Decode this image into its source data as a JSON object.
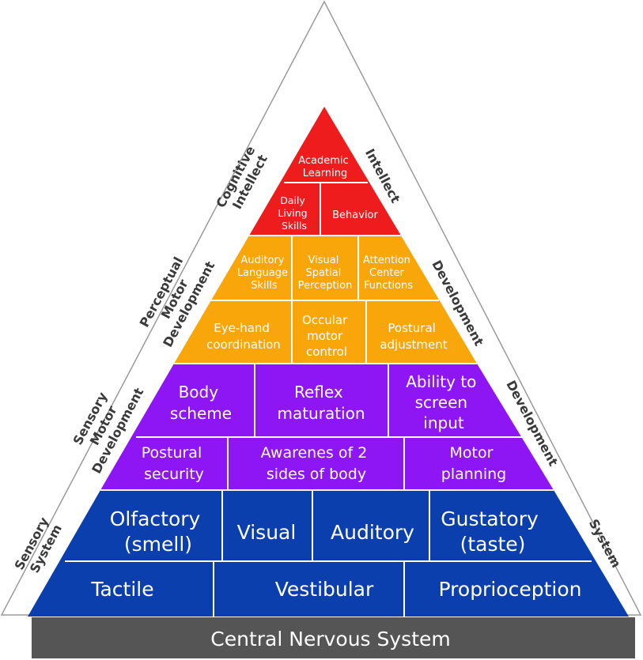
{
  "colors": {
    "red": "#ee1c1c",
    "orange": "#f9a60a",
    "purple": "#8f16f4",
    "blue": "#0b3fae",
    "base": "#555555",
    "outline": "#9a9a9a",
    "divider": "#ffffff",
    "side_text": "#3a3a3a"
  },
  "tiers": {
    "cognitive": {
      "row1": [
        "Academic Learning"
      ],
      "row2": [
        "Daily Living Skills",
        "Behavior"
      ]
    },
    "perceptual": {
      "row1": [
        "Auditory Language Skills",
        "Visual Spatial Perception",
        "Attention Center Functions"
      ],
      "row2": [
        "Eye-hand coordination",
        "Occular motor control",
        "Postural adjustment"
      ]
    },
    "sensory_motor": {
      "row1": [
        "Body scheme",
        "Reflex maturation",
        "Ability to screen input"
      ],
      "row2": [
        "Postural security",
        "Awarenes of 2 sides of body",
        "Motor planning"
      ]
    },
    "sensory": {
      "row1": [
        "Olfactory (smell)",
        "Visual",
        "Auditory",
        "Gustatory (taste)"
      ],
      "row2": [
        "Tactile",
        "Vestibular",
        "Proprioception"
      ]
    }
  },
  "base_label": "Central Nervous System",
  "side_labels": {
    "left": [
      "Cognitive Intellect",
      "Perceptual Motor Development",
      "Sensory Motor Development",
      "Sensory System"
    ],
    "right": [
      "Intellect",
      "Development",
      "Development",
      "System"
    ]
  }
}
